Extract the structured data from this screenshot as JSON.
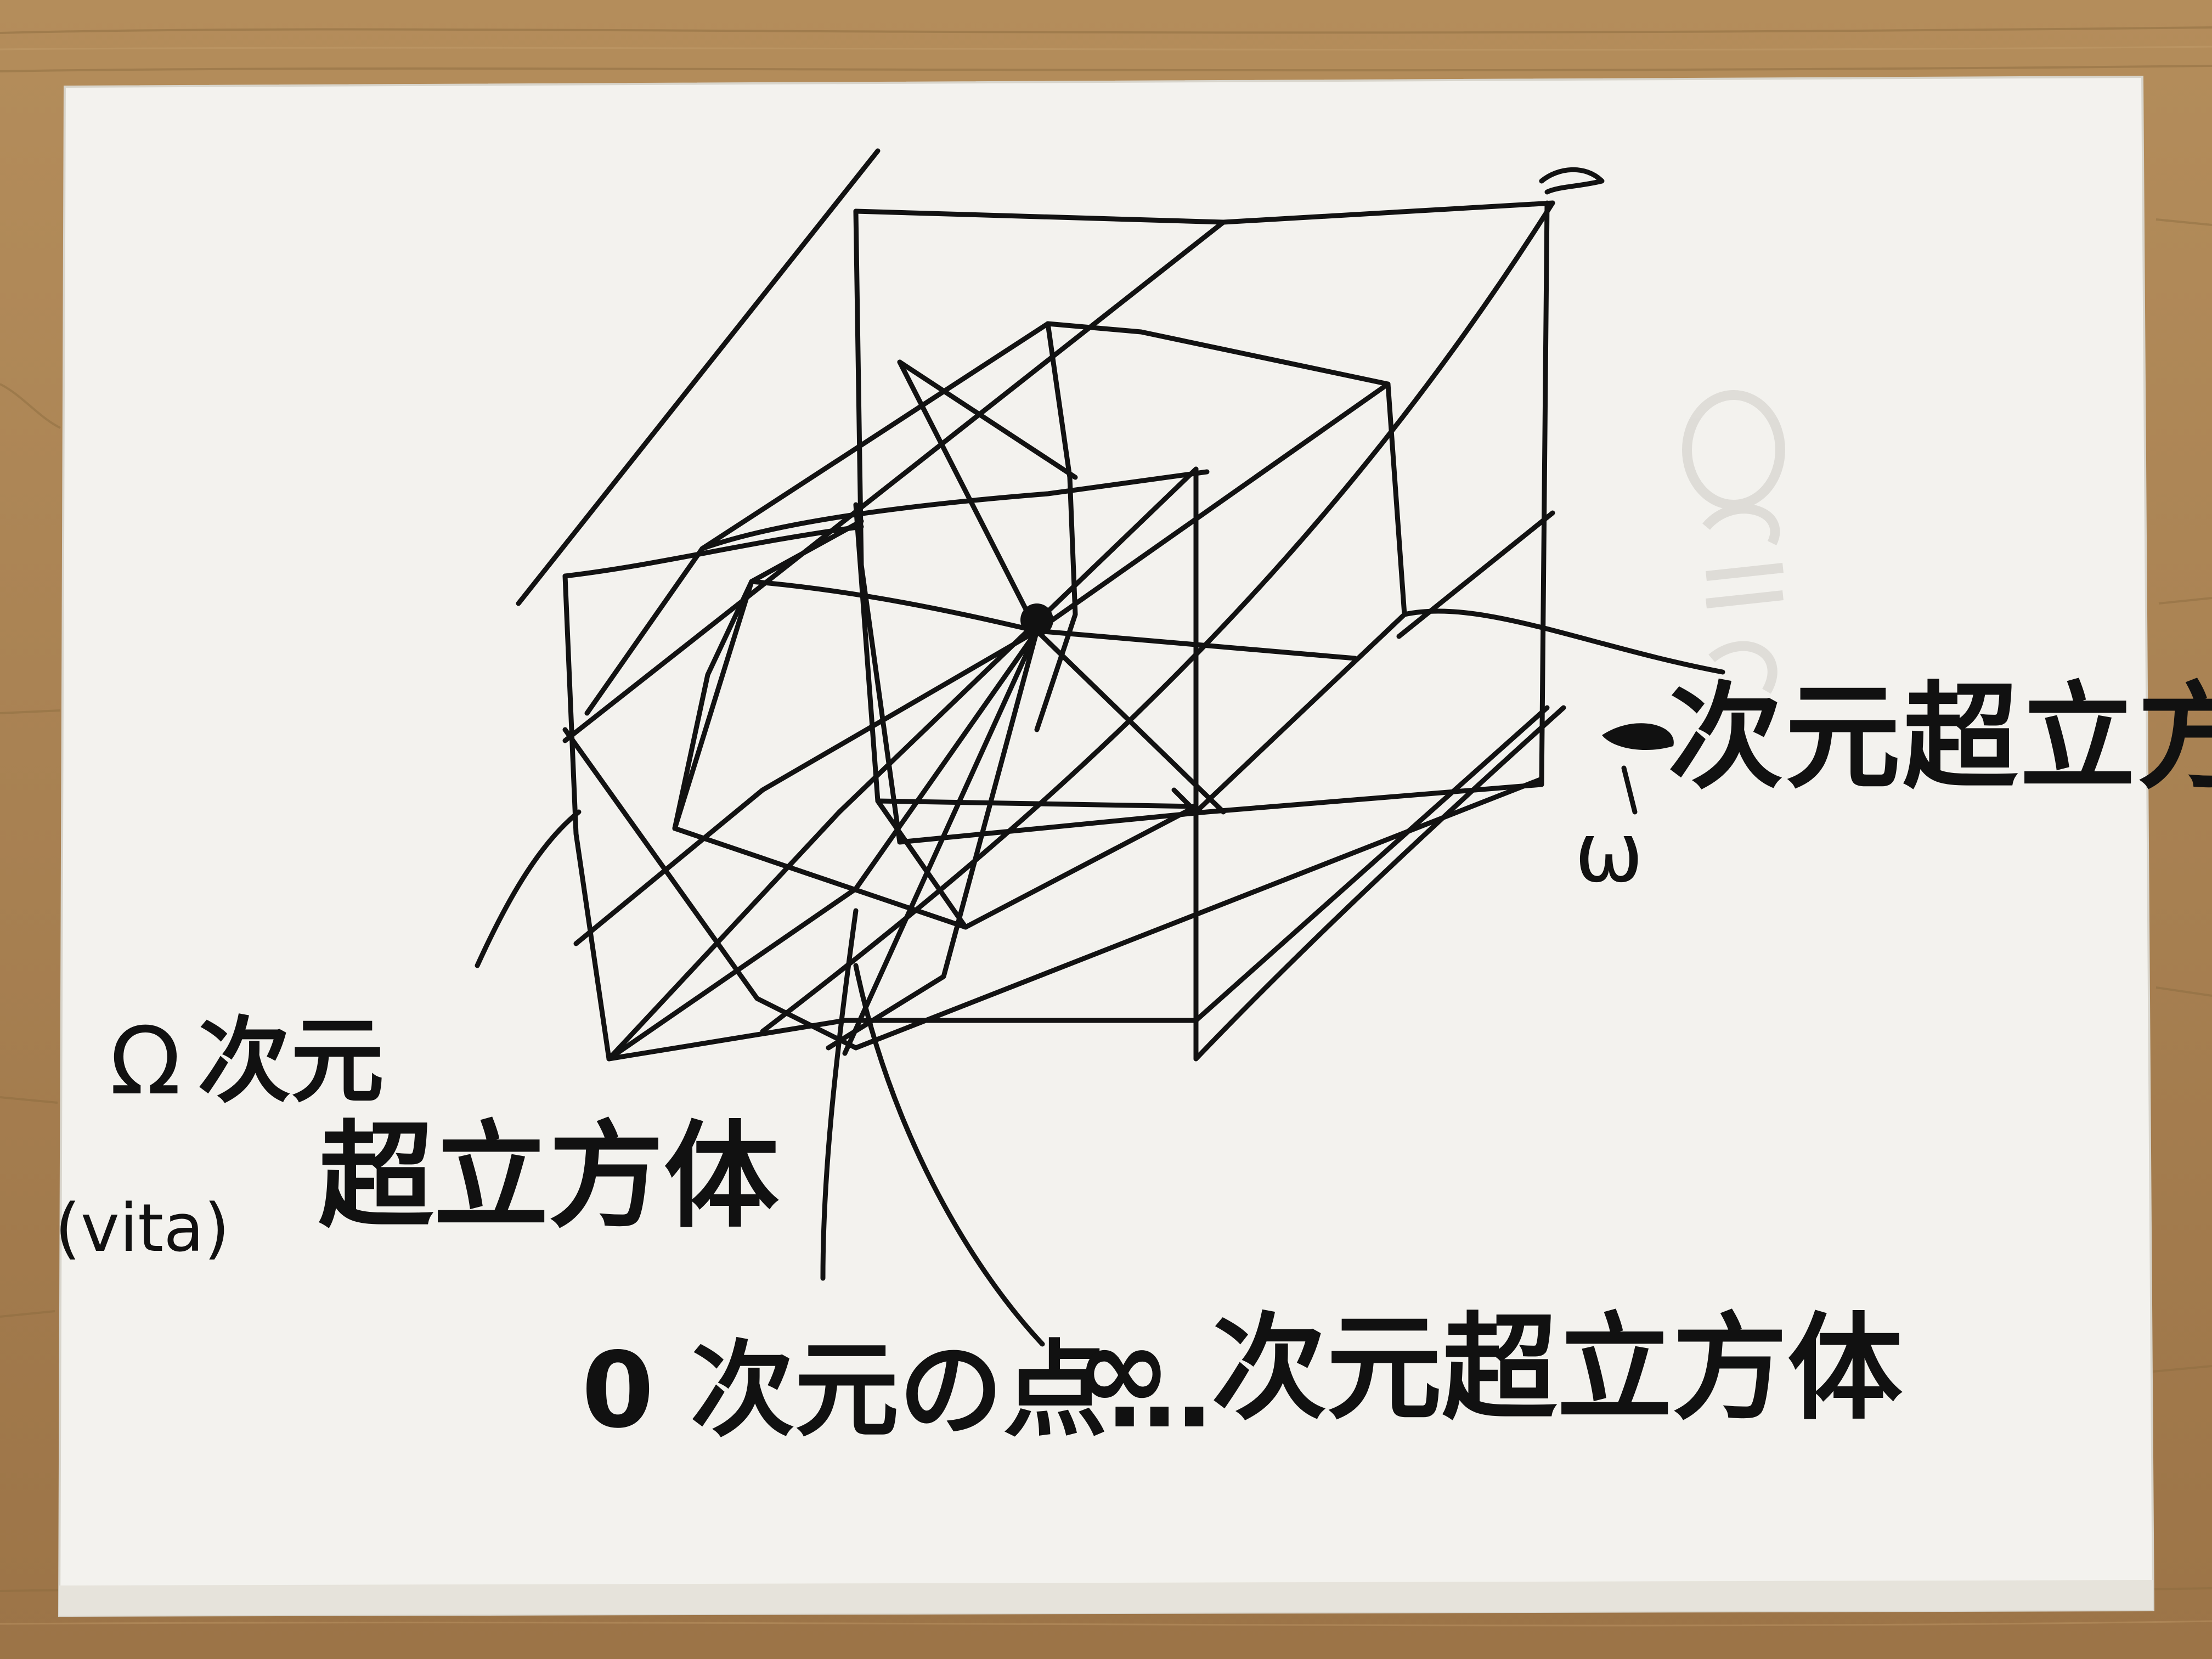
{
  "photo": {
    "table_color": "#a98252",
    "paper_color": "#f3f2ee",
    "ink_color": "#121212"
  },
  "labels": {
    "right": {
      "prefix": "ω",
      "scribbled_prefix": "ω",
      "text": "次元超立方体"
    },
    "left": {
      "prefix": "Ω",
      "dimension": "次元",
      "text": "超立方体",
      "paren": "(vita)"
    },
    "bottom_zero": "0 次元の点…",
    "bottom_infinity": "∞ 次元超立方体"
  }
}
